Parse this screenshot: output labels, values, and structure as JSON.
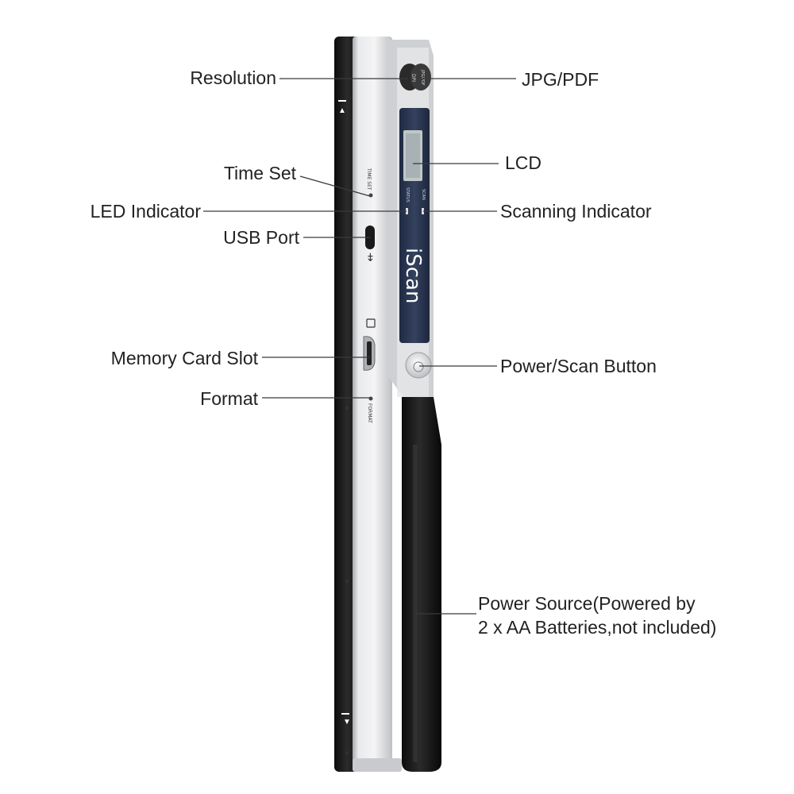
{
  "labels": {
    "resolution": "Resolution",
    "jpg_pdf": "JPG/PDF",
    "lcd": "LCD",
    "time_set": "Time Set",
    "led_indicator": "LED Indicator",
    "scanning_indicator": "Scanning Indicator",
    "usb_port": "USB Port",
    "memory_card_slot": "Memory Card Slot",
    "power_scan_button": "Power/Scan Button",
    "format": "Format",
    "power_source_line1": "Power Source(Powered by",
    "power_source_line2": "2 x AA Batteries,not included)"
  },
  "device": {
    "brand": "iScan",
    "time_set_mark": "TIME SET",
    "format_mark": "FORMAT",
    "dpi_mark": "DPI",
    "jpg_pdf_mark": "JPG/PDF",
    "scan_mark": "SCAN",
    "status_mark": "STATUS"
  },
  "colors": {
    "body_silver": "#d9dadc",
    "body_black": "#141414",
    "panel_navy": "#2a3650",
    "leader_line": "#3a3a3a"
  }
}
